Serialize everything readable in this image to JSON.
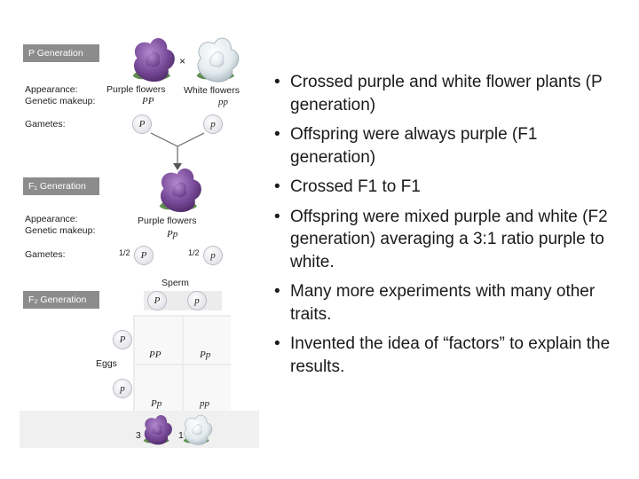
{
  "figure": {
    "p_generation": {
      "bar_label": "P Generation",
      "cross_symbol": "×",
      "appearance_label": "Appearance:",
      "genetic_label": "Genetic makeup:",
      "gametes_label": "Gametes:",
      "purple_label": "Purple flowers",
      "white_label": "White flowers",
      "purple_genotype": "PP",
      "white_genotype": "pp",
      "purple_gamete": "P",
      "white_gamete": "p"
    },
    "f1_generation": {
      "bar_label": "F₁ Generation",
      "appearance_label": "Appearance:",
      "genetic_label": "Genetic makeup:",
      "gametes_label": "Gametes:",
      "flower_label": "Purple flowers",
      "genotype": "Pp",
      "gamete_1_fraction": "1/2",
      "gamete_1": "P",
      "gamete_2_fraction": "1/2",
      "gamete_2": "p"
    },
    "f2_generation": {
      "bar_label": "F₂ Generation",
      "sperm_label": "Sperm",
      "eggs_label": "Eggs",
      "sperm_gametes": [
        "P",
        "p"
      ],
      "egg_gametes": [
        "P",
        "p"
      ],
      "cells": [
        "PP",
        "Pp",
        "Pp",
        "pp"
      ],
      "ratio_purple": "3",
      "ratio_white": "1"
    },
    "colors": {
      "purple_flower": "#7a4b9a",
      "white_flower": "#e8eef2",
      "bar": "#8c8c8c",
      "leaf": "#5f8f4e"
    }
  },
  "bullets": [
    "Crossed purple and white flower plants (P generation)",
    "Offspring were always purple (F1 generation)",
    "Crossed F1 to F1",
    "Offspring were mixed purple and white (F2 generation) averaging a 3:1 ratio purple to white.",
    "Many more experiments with many other traits.",
    "Invented the idea of “factors” to explain the results."
  ],
  "bullet_symbol": "•"
}
